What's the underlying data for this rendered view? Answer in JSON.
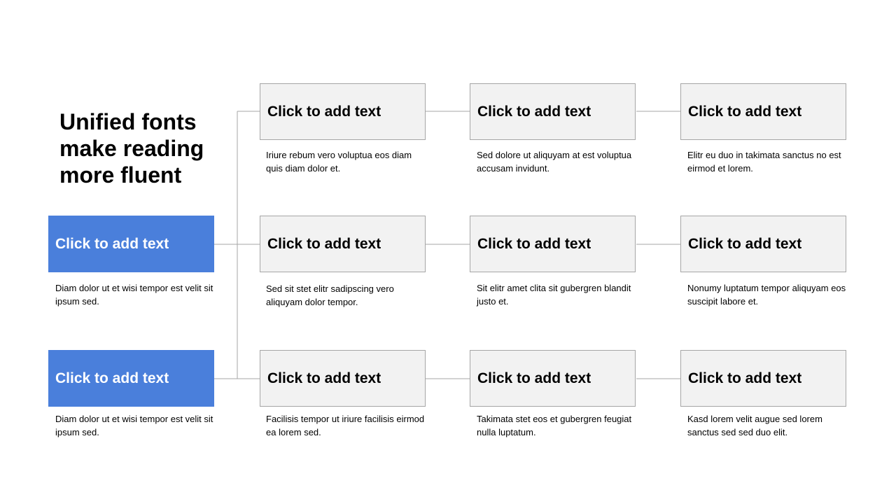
{
  "title": "Unified fonts\nmake reading\nmore fluent",
  "left_nodes": [
    {
      "label": "Click to add text",
      "desc": "Diam dolor ut et wisi tempor est velit sit ipsum sed."
    },
    {
      "label": "Click to add text",
      "desc": "Diam dolor ut et wisi tempor est velit sit ipsum sed."
    }
  ],
  "rows": [
    [
      {
        "label": "Click to add text",
        "desc": "Iriure rebum vero voluptua eos diam quis diam dolor et."
      },
      {
        "label": "Click to add text",
        "desc": "Sed dolore ut aliquyam at est voluptua accusam invidunt."
      },
      {
        "label": "Click to add text",
        "desc": "Elitr eu duo in takimata sanctus no est eirmod et lorem."
      }
    ],
    [
      {
        "label": "Click to add text",
        "desc": "Sed sit stet elitr sadipscing vero aliquyam dolor tempor."
      },
      {
        "label": "Click to add text",
        "desc": "Sit elitr amet clita sit gubergren blandit justo et."
      },
      {
        "label": "Click to add text",
        "desc": "Nonumy luptatum tempor aliquyam eos suscipit labore et."
      }
    ],
    [
      {
        "label": "Click to add text",
        "desc": "Facilisis tempor ut iriure facilisis eirmod ea lorem sed."
      },
      {
        "label": "Click to add text",
        "desc": "Takimata stet eos et gubergren feugiat nulla luptatum."
      },
      {
        "label": "Click to add text",
        "desc": "Kasd lorem velit augue sed lorem sanctus sed sed duo elit."
      }
    ]
  ],
  "colors": {
    "accent": "#4a7fdb",
    "box_fill": "#f2f2f2",
    "box_border": "#a6a6a6",
    "connector": "#a6a6a6"
  }
}
